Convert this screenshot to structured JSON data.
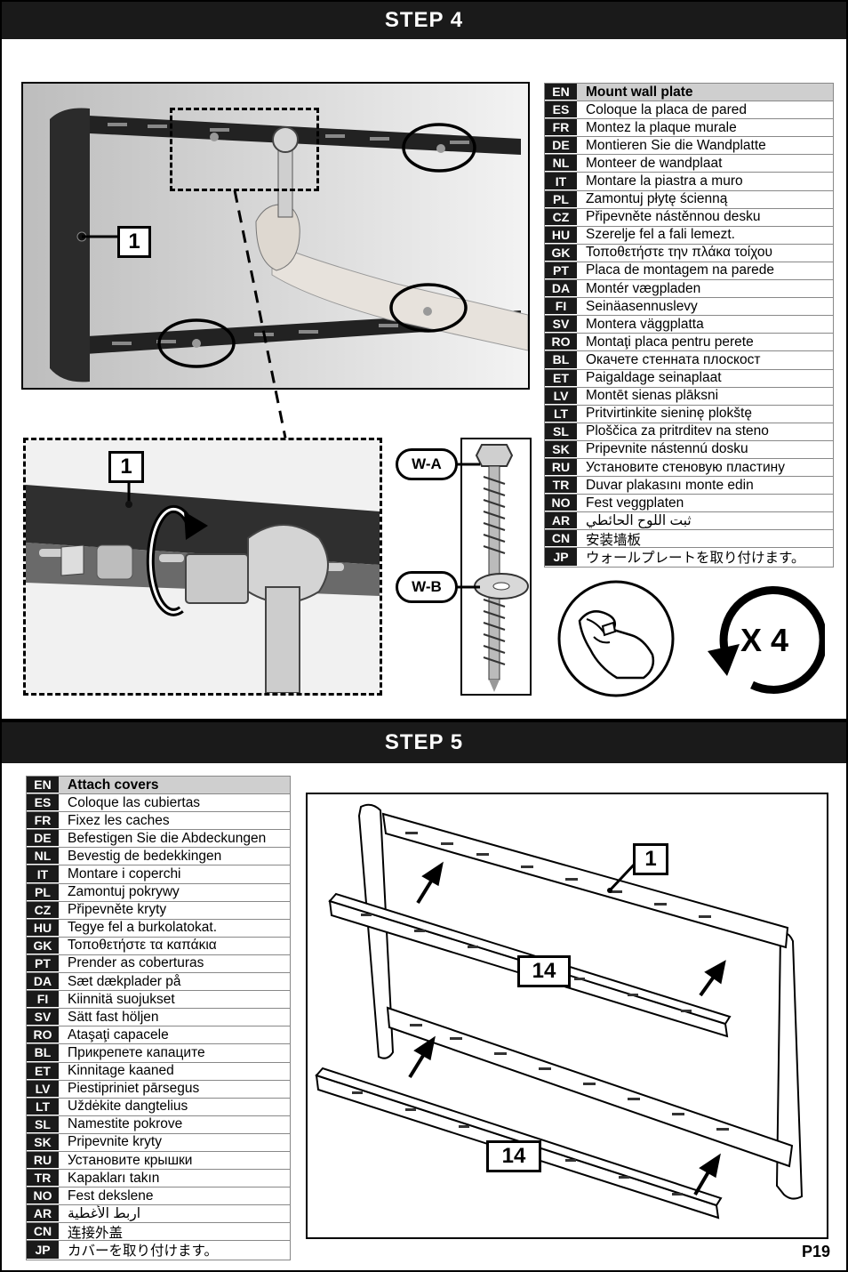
{
  "step4": {
    "title": "STEP 4",
    "callout_1_main": "1",
    "callout_1_zoom": "1",
    "label_wa": "W-A",
    "label_wb": "W-B",
    "repeat_label": "X 4",
    "languages": [
      {
        "code": "EN",
        "text": "Mount wall plate"
      },
      {
        "code": "ES",
        "text": "Coloque la placa de pared"
      },
      {
        "code": "FR",
        "text": "Montez la plaque murale"
      },
      {
        "code": "DE",
        "text": "Montieren Sie die Wandplatte"
      },
      {
        "code": "NL",
        "text": "Monteer de wandplaat"
      },
      {
        "code": "IT",
        "text": "Montare la piastra a muro"
      },
      {
        "code": "PL",
        "text": "Zamontuj płytę ścienną"
      },
      {
        "code": "CZ",
        "text": "Připevněte nástěnnou desku"
      },
      {
        "code": "HU",
        "text": "Szerelje fel a fali lemezt."
      },
      {
        "code": "GK",
        "text": "Τοποθετήστε την πλάκα τοίχου"
      },
      {
        "code": "PT",
        "text": "Placa de montagem na parede"
      },
      {
        "code": "DA",
        "text": "Montér vægpladen"
      },
      {
        "code": "FI",
        "text": "Seinäasennuslevy"
      },
      {
        "code": "SV",
        "text": "Montera väggplatta"
      },
      {
        "code": "RO",
        "text": "Montaţi placa pentru perete"
      },
      {
        "code": "BL",
        "text": "Окачете стенната плоскост"
      },
      {
        "code": "ET",
        "text": "Paigaldage seinaplaat"
      },
      {
        "code": "LV",
        "text": "Montēt sienas plāksni"
      },
      {
        "code": "LT",
        "text": "Pritvirtinkite sieninę plokštę"
      },
      {
        "code": "SL",
        "text": "Ploščica za pritrditev na steno"
      },
      {
        "code": "SK",
        "text": "Pripevnite nástennú dosku"
      },
      {
        "code": "RU",
        "text": "Установите стеновую пластину"
      },
      {
        "code": "TR",
        "text": "Duvar plakasını monte edin"
      },
      {
        "code": "NO",
        "text": "Fest veggplaten"
      },
      {
        "code": "AR",
        "text": "ثبت اللوح الحائطي"
      },
      {
        "code": "CN",
        "text": "安装墙板"
      },
      {
        "code": "JP",
        "text": "ウォールプレートを取り付けます。"
      }
    ]
  },
  "step5": {
    "title": "STEP 5",
    "callout_1": "1",
    "callout_14_top": "14",
    "callout_14_bottom": "14",
    "languages": [
      {
        "code": "EN",
        "text": "Attach covers"
      },
      {
        "code": "ES",
        "text": "Coloque las cubiertas"
      },
      {
        "code": "FR",
        "text": "Fixez les caches"
      },
      {
        "code": "DE",
        "text": "Befestigen Sie die Abdeckungen"
      },
      {
        "code": "NL",
        "text": "Bevestig de bedekkingen"
      },
      {
        "code": "IT",
        "text": "Montare i coperchi"
      },
      {
        "code": "PL",
        "text": "Zamontuj pokrywy"
      },
      {
        "code": "CZ",
        "text": "Připevněte kryty"
      },
      {
        "code": "HU",
        "text": "Tegye fel a burkolatokat."
      },
      {
        "code": "GK",
        "text": "Τοποθετήστε τα καπάκια"
      },
      {
        "code": "PT",
        "text": "Prender as coberturas"
      },
      {
        "code": "DA",
        "text": "Sæt dækplader på"
      },
      {
        "code": "FI",
        "text": "Kiinnitä suojukset"
      },
      {
        "code": "SV",
        "text": "Sätt fast höljen"
      },
      {
        "code": "RO",
        "text": "Ataşaţi capacele"
      },
      {
        "code": "BL",
        "text": "Прикрепете капаците"
      },
      {
        "code": "ET",
        "text": "Kinnitage kaaned"
      },
      {
        "code": "LV",
        "text": "Piestipriniet pārsegus"
      },
      {
        "code": "LT",
        "text": "Uždėkite dangtelius"
      },
      {
        "code": "SL",
        "text": "Namestite pokrove"
      },
      {
        "code": "SK",
        "text": "Pripevnite kryty"
      },
      {
        "code": "RU",
        "text": "Установите крышки"
      },
      {
        "code": "TR",
        "text": "Kapakları takın"
      },
      {
        "code": "NO",
        "text": "Fest dekslene"
      },
      {
        "code": "AR",
        "text": "اربط الأغطية"
      },
      {
        "code": "CN",
        "text": "连接外盖"
      },
      {
        "code": "JP",
        "text": "カバーを取り付けます。"
      }
    ]
  },
  "page_number": "P19"
}
